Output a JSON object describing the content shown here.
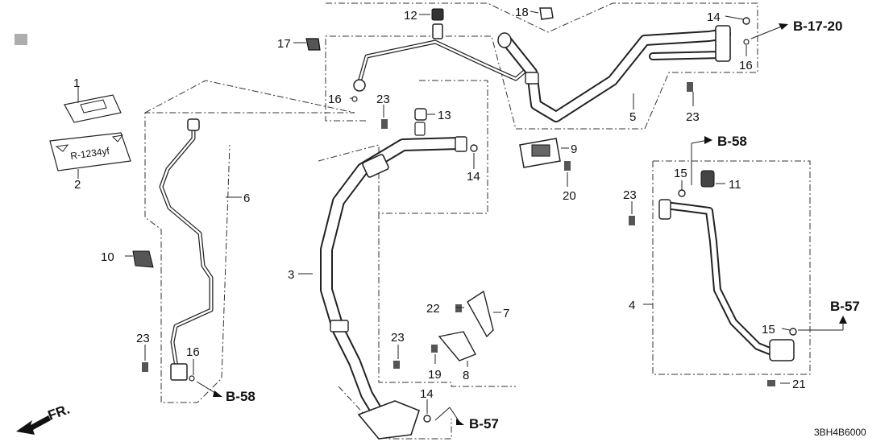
{
  "diagram": {
    "code": "3BH4B6000",
    "front_label": "FR.",
    "callouts": {
      "c1": "1",
      "c2": "2",
      "c3": "3",
      "c4": "4",
      "c5": "5",
      "c6": "6",
      "c7": "7",
      "c8": "8",
      "c9": "9",
      "c10": "10",
      "c11": "11",
      "c12": "12",
      "c13": "13",
      "c14a": "14",
      "c14b": "14",
      "c14c": "14",
      "c15a": "15",
      "c15b": "15",
      "c16a": "16",
      "c16b": "16",
      "c16c": "16",
      "c17": "17",
      "c18": "18",
      "c19": "19",
      "c20": "20",
      "c21": "21",
      "c22": "22",
      "c23a": "23",
      "c23b": "23",
      "c23c": "23",
      "c23d": "23",
      "c23e": "23"
    },
    "refs": {
      "r1": "B-17-20",
      "r2": "B-58",
      "r3": "B-57",
      "r4": "B-58",
      "r5": "B-57"
    },
    "label_text": "R-1234yf"
  }
}
